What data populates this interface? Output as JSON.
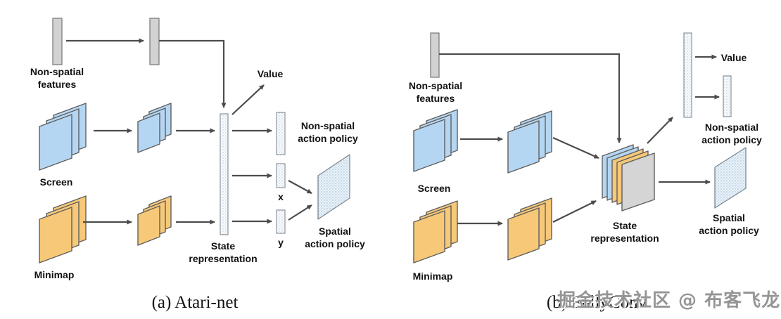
{
  "watermark": "掘金技术社区 @ 布客飞龙",
  "colors": {
    "screen_layer": "#b5d6f2",
    "minimap_layer": "#f6c878",
    "non_spatial_bar": "#d2d2d2",
    "state_gray_layer": "#d5d5d5",
    "arrow": "#4c4c4c"
  },
  "panel_a": {
    "caption": "(a) Atari-net",
    "labels": {
      "non_spatial": [
        "Non-spatial",
        "features"
      ],
      "screen": "Screen",
      "minimap": "Minimap",
      "state": [
        "State",
        "representation"
      ],
      "value": "Value",
      "non_spatial_policy": [
        "Non-spatial",
        "action policy"
      ],
      "x_label": "x",
      "y_label": "y",
      "spatial_policy": [
        "Spatial",
        "action policy"
      ]
    }
  },
  "panel_b": {
    "caption": "(b) FullyConv",
    "labels": {
      "non_spatial": [
        "Non-spatial",
        "features"
      ],
      "screen": "Screen",
      "minimap": "Minimap",
      "state": [
        "State",
        "representation"
      ],
      "value": "Value",
      "non_spatial_policy": [
        "Non-spatial",
        "action policy"
      ],
      "spatial_policy": [
        "Spatial",
        "action policy"
      ]
    }
  }
}
